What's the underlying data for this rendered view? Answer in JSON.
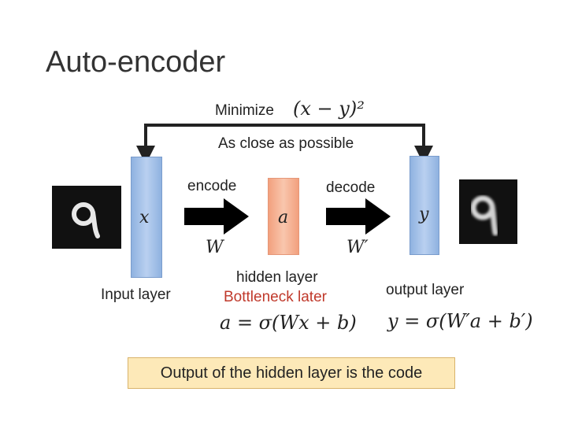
{
  "title": "Auto-encoder",
  "minimize": {
    "label": "Minimize",
    "formula": "(x − y)²"
  },
  "similarity": "As close as possible",
  "encode": {
    "label": "encode",
    "weight": "W"
  },
  "decode": {
    "label": "decode",
    "weight": "W′"
  },
  "input_layer": {
    "symbol": "x",
    "label": "Input layer"
  },
  "hidden_layer": {
    "symbol": "a",
    "label": "hidden layer",
    "label2": "Bottleneck later",
    "formula": "a = σ(Wx + b)"
  },
  "output_layer": {
    "symbol": "y",
    "label": "output layer",
    "formula": "y = σ(W′a + b′)"
  },
  "code_note": "Output of the hidden layer is the code",
  "colors": {
    "input_output_layer": "#a9c4ec",
    "hidden_layer": "#f6b394",
    "note_box": "#fde9b8",
    "accent_red": "#c0392b"
  }
}
